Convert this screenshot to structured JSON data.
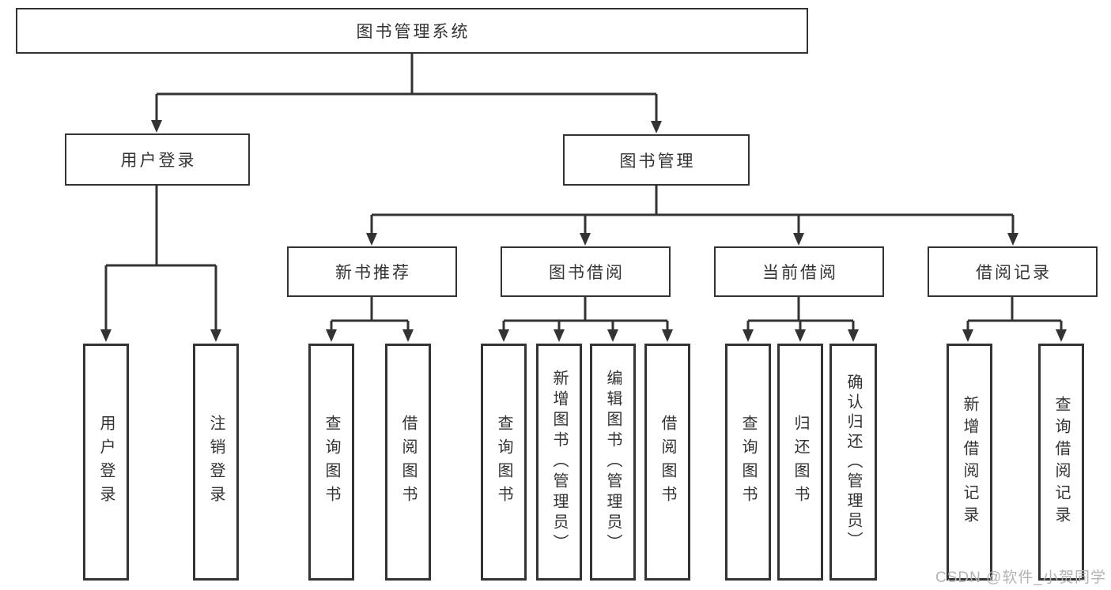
{
  "diagram": {
    "root_label": "图书管理系统",
    "branches": [
      {
        "label": "用户登录",
        "children": [
          {
            "label": "用户登录"
          },
          {
            "label": "注销登录"
          }
        ]
      },
      {
        "label": "图书管理",
        "sections": [
          {
            "label": "新书推荐",
            "children": [
              {
                "label": "查询图书"
              },
              {
                "label": "借阅图书"
              }
            ]
          },
          {
            "label": "图书借阅",
            "children": [
              {
                "label": "查询图书"
              },
              {
                "label": "新增图书（管理员）"
              },
              {
                "label": "编辑图书（管理员）"
              },
              {
                "label": "借阅图书"
              }
            ]
          },
          {
            "label": "当前借阅",
            "children": [
              {
                "label": "查询图书"
              },
              {
                "label": "归还图书"
              },
              {
                "label": "确认归还（管理员）"
              }
            ]
          },
          {
            "label": "借阅记录",
            "children": [
              {
                "label": "新增借阅记录"
              },
              {
                "label": "查询借阅记录"
              }
            ]
          }
        ]
      }
    ],
    "watermark": "CSDN @软件_小贺同学"
  },
  "colors": {
    "line": "#333333",
    "box_border": "#333333",
    "text": "#333333",
    "watermark": "#b3b3b3",
    "background": "#ffffff"
  }
}
